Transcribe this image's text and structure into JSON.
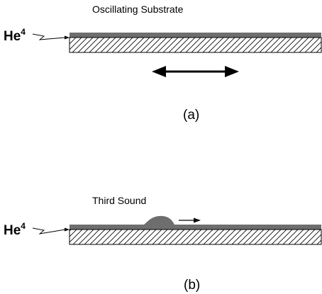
{
  "colors": {
    "film": "#6e6e6e",
    "hatch": "#000000",
    "arrow": "#000000",
    "background": "#ffffff"
  },
  "panel_a": {
    "title": "Oscillating Substrate",
    "he_symbol": "He",
    "he_superscript": "4",
    "label": "(a)",
    "arrow_type": "double-headed horizontal arrow"
  },
  "panel_b": {
    "title": "Third Sound",
    "he_symbol": "He",
    "he_superscript": "4",
    "label": "(b)",
    "arrow_type": "single-headed arrow pointing right"
  }
}
